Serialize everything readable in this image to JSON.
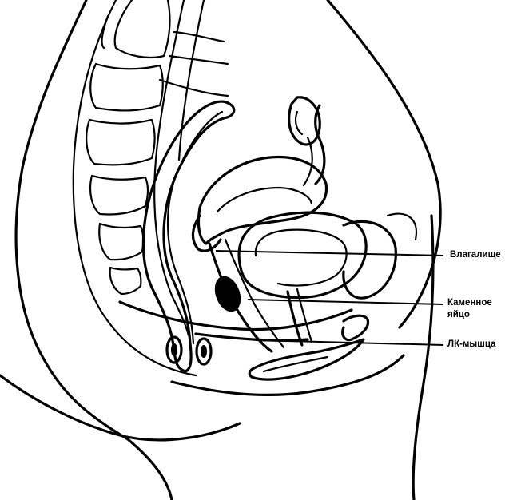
{
  "labels": {
    "vaginal_canal": "Влагалище",
    "stone_egg_line1": "Каменное",
    "stone_egg_line2": "яйцо",
    "pc_muscle": "ЛК-мышца"
  },
  "colors": {
    "ink": "#000000",
    "paper": "#ffffff"
  }
}
